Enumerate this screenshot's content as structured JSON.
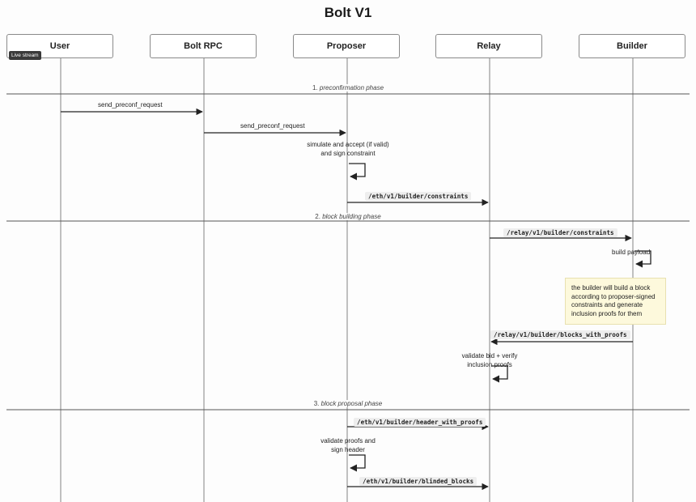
{
  "title": "Bolt V1",
  "live_badge": "Live stream",
  "participants": [
    {
      "id": "user",
      "label": "User"
    },
    {
      "id": "rpc",
      "label": "Bolt RPC"
    },
    {
      "id": "proposer",
      "label": "Proposer"
    },
    {
      "id": "relay",
      "label": "Relay"
    },
    {
      "id": "builder",
      "label": "Builder"
    }
  ],
  "phases": [
    {
      "num": "1.",
      "label": "preconfirmation phase"
    },
    {
      "num": "2.",
      "label": "block building phase"
    },
    {
      "num": "3.",
      "label": "block proposal phase"
    }
  ],
  "messages": [
    {
      "from": "user",
      "to": "rpc",
      "label": "send_preconf_request",
      "style": "plain"
    },
    {
      "from": "rpc",
      "to": "proposer",
      "label": "send_preconf_request",
      "style": "plain"
    },
    {
      "from": "proposer",
      "to": "proposer",
      "label": "simulate and accept (if valid) and sign constraint",
      "style": "self"
    },
    {
      "from": "proposer",
      "to": "relay",
      "label": "/eth/v1/builder/constraints",
      "style": "code"
    },
    {
      "from": "relay",
      "to": "builder",
      "label": "/relay/v1/builder/constraints",
      "style": "code"
    },
    {
      "from": "builder",
      "to": "builder",
      "label": "build payload",
      "style": "self"
    },
    {
      "from": "builder",
      "to": "relay",
      "label": "/relay/v1/builder/blocks_with_proofs",
      "style": "code"
    },
    {
      "from": "relay",
      "to": "relay",
      "label": "validate bid + verify inclusion proofs",
      "style": "self"
    },
    {
      "from": "proposer",
      "to": "relay",
      "label": "/eth/v1/builder/header_with_proofs",
      "style": "code"
    },
    {
      "from": "proposer",
      "to": "proposer",
      "label": "validate proofs and sign header",
      "style": "self"
    },
    {
      "from": "proposer",
      "to": "relay",
      "label": "/eth/v1/builder/blinded_blocks",
      "style": "code"
    }
  ],
  "note": "the builder will build a block according to proposer-signed constraints and generate inclusion proofs for them",
  "colors": {
    "line": "#777777",
    "arrow": "#222222",
    "note_bg": "#fdf9dc",
    "code_bg": "#eeeeee"
  }
}
